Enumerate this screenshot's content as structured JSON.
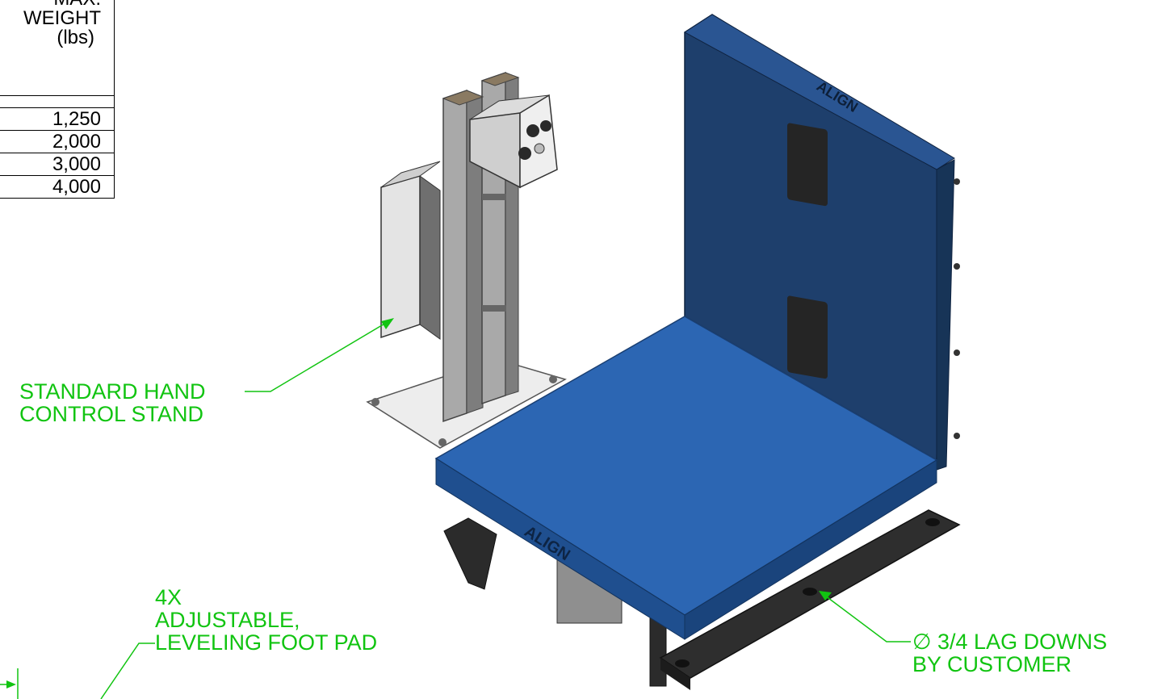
{
  "weight_table": {
    "header": [
      "MAX.",
      "WEIGHT",
      "(lbs)"
    ],
    "rows": [
      "1,250",
      "2,000",
      "3,000",
      "4,000"
    ]
  },
  "callouts": {
    "hand_control": [
      "STANDARD HAND",
      "CONTROL STAND"
    ],
    "foot_pad": [
      "4X",
      "ADJUSTABLE,",
      "LEVELING FOOT PAD"
    ],
    "lag_downs": [
      "∅ 3/4 LAG DOWNS",
      "BY CUSTOMER"
    ]
  },
  "logos": {
    "platform_logo": "ALIGN",
    "backrest_logo": "ALIGN"
  },
  "colors": {
    "callout_green": "#11c411",
    "platform_blue": "#2c66b3",
    "platform_blue_dark": "#1f4f8f",
    "backrest_blue": "#1e3f6c",
    "steel_grey": "#9a9a9a",
    "dark_base": "#2b2b2b"
  }
}
